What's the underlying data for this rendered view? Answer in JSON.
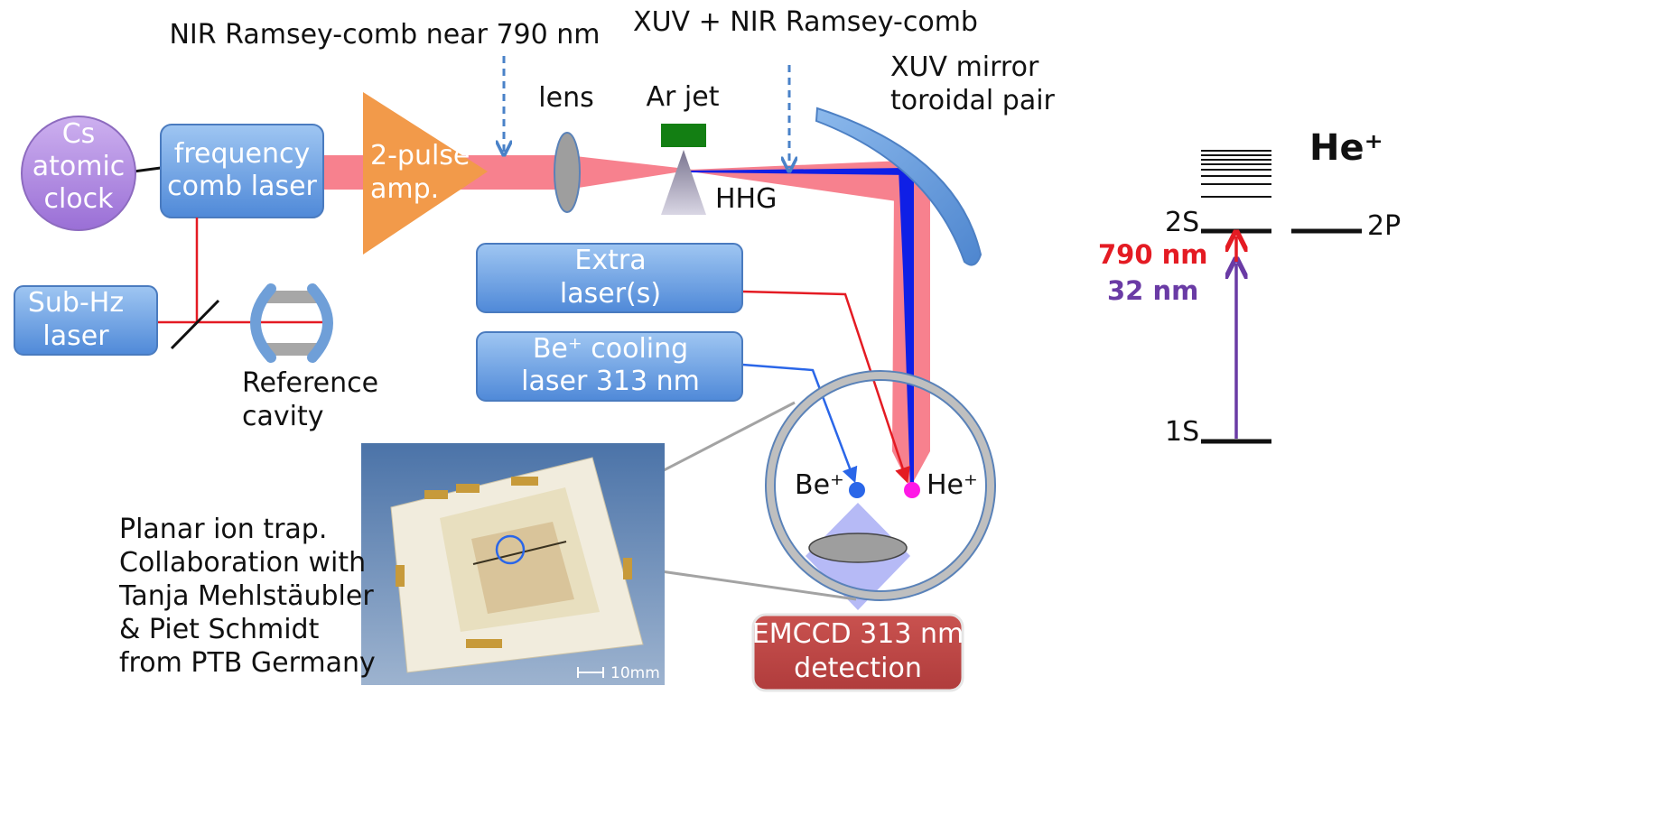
{
  "labels": {
    "nir_comb": "NIR Ramsey-comb near 790 nm",
    "xuv_comb": "XUV + NIR Ramsey-comb",
    "lens": "lens",
    "ar_jet": "Ar jet",
    "hhg": "HHG",
    "mirror_line1": "XUV mirror",
    "mirror_line2": "toroidal pair",
    "ref_cavity_line1": "Reference",
    "ref_cavity_line2": "cavity",
    "be_ion": "Be⁺",
    "he_ion": "He⁺",
    "scale_bar": "10mm"
  },
  "boxes": {
    "cs_clock": [
      "Cs",
      "atomic",
      "clock"
    ],
    "freq_comb": [
      "frequency",
      "comb laser"
    ],
    "amp": [
      "2-pulse",
      "amp."
    ],
    "sub_hz": [
      "Sub-Hz",
      "laser"
    ],
    "extra_laser": [
      "Extra",
      "laser(s)"
    ],
    "be_cooling": [
      "Be⁺ cooling",
      "laser 313 nm"
    ],
    "emccd": [
      "EMCCD 313 nm",
      "detection"
    ]
  },
  "caption": [
    "Planar ion trap.",
    "Collaboration with",
    "Tanja Mehlstäubler",
    "& Piet Schmidt",
    "from PTB Germany"
  ],
  "energy_levels": {
    "title": "He⁺",
    "level_2s": "2S",
    "level_2p": "2P",
    "level_1s": "1S",
    "wavelength_nir": "790 nm",
    "wavelength_xuv": "32 nm"
  },
  "colors": {
    "box_blue": "#6aa2e0",
    "cs_purple": "#b48fe0",
    "amp_orange": "#f29a4a",
    "beam_pink": "#f7818e",
    "xuv_blue": "#0f1fe6",
    "emccd_red": "#c04a4a",
    "arjet_green": "#137f13",
    "nir_red": "#e41b23",
    "xuv_purple": "#6a3ba5",
    "he_magenta": "#ff19e6",
    "be_blue": "#2a66e8"
  }
}
